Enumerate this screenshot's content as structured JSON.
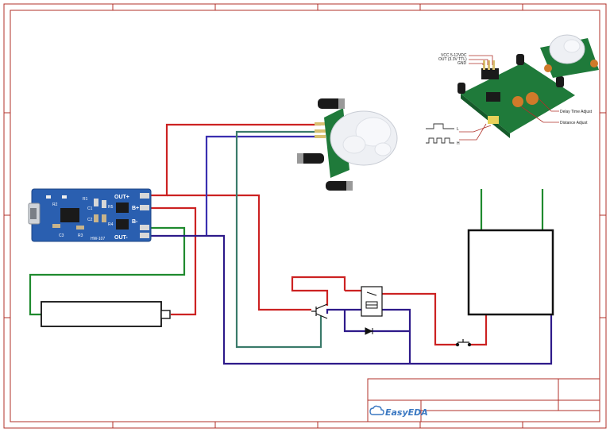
{
  "app": {
    "logo_text": "EasyEDA"
  },
  "charger_module": {
    "pins": [
      "OUT+",
      "B+",
      "B-",
      "OUT-"
    ],
    "model": "HW-107",
    "parts": [
      "R2",
      "R3",
      "C3",
      "C1",
      "C2",
      "R1",
      "R4",
      "R5"
    ]
  },
  "pir_inset": {
    "pin_labels": [
      "VCC 5-12VDC",
      "OUT (3.3V TTL)",
      "GND"
    ],
    "adjust_labels": [
      "Delay Time Adjust",
      "Distance Adjust"
    ],
    "mode_labels": [
      "L",
      "H"
    ]
  },
  "colors": {
    "frame": "#b03028",
    "red_wire": "#cc2222",
    "blue_wire": "#3a2fb0",
    "green_wire": "#1f8a2e",
    "teal_wire": "#3a7a6a",
    "navy_wire": "#2e1a8a",
    "pcb_blue": "#2a5fb0",
    "pcb_green": "#1f7a3a"
  }
}
